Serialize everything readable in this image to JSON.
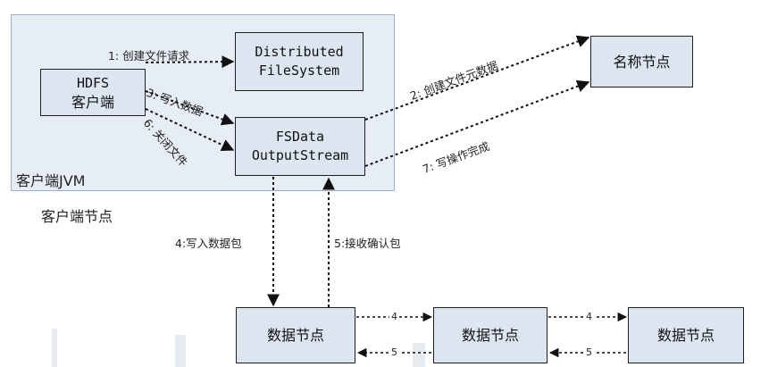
{
  "client_node": {
    "label": "客户端节点",
    "jvm_label": "客户端JVM",
    "hdfs_client": {
      "line1": "HDFS",
      "line2": "客户端"
    },
    "dfs": {
      "line1": "Distributed",
      "line2": "FileSystem"
    },
    "fsdata": {
      "line1": "FSData",
      "line2": "OutputStream"
    }
  },
  "namenode": {
    "label": "名称节点"
  },
  "datanodes": [
    {
      "label": "数据节点"
    },
    {
      "label": "数据节点"
    },
    {
      "label": "数据节点"
    }
  ],
  "steps": {
    "s1": "1: 创建文件请求",
    "s2": "2: 创建文件元数据",
    "s3": "3: 写入数据",
    "s4": "4:写入数据包",
    "s5": "5:接收确认包",
    "s6": "6: 关闭文件",
    "s7": "7: 写操作完成"
  },
  "pipeline_labels": {
    "forward_a": "4",
    "forward_b": "4",
    "ack_a": "5",
    "ack_b": "5"
  }
}
